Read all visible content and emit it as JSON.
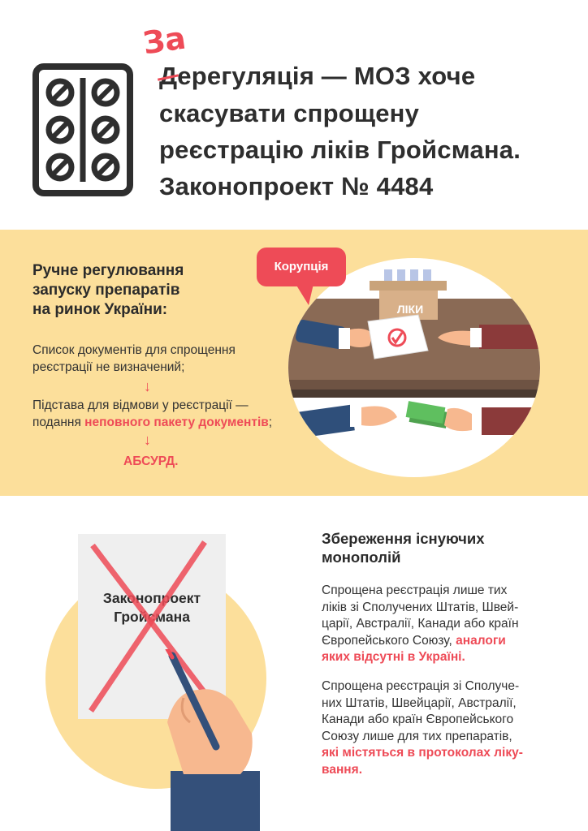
{
  "header": {
    "correction": "За",
    "struck_letter": "Д",
    "title_line1_rest": "ерегуляція — МОЗ хоче",
    "title_line2": "скасувати спрощену",
    "title_line3": "реєстрацію ліків Гройсмана.",
    "title_line4": "Законопроект № 4484",
    "icon": "pill-blister-icon"
  },
  "section1": {
    "heading_lines": [
      "Ручне регулювання",
      "запуску препаратів",
      "на ринок України:"
    ],
    "item1_lines": [
      "Список документів для спрощення",
      "реєстрації не визначений;"
    ],
    "item2_line1": "Підстава для відмови у реєстрації —",
    "item2_prefix": "подання ",
    "item2_highlight": "неповного пакету документів",
    "item2_suffix": ";",
    "result": "АБСУРД.",
    "arrow": "↓",
    "illustration": {
      "badge": "Корупція",
      "box_label": "ЛІКИ"
    }
  },
  "section2": {
    "heading_lines": [
      "Збереження існуючих",
      "монополій"
    ],
    "p1_lines": [
      "Спрощена реєстрація лише тих",
      "ліків зі Сполучених Штатів, Швей-",
      "царії, Австралії, Канади або країн",
      "Європейського Союзу,"
    ],
    "p1_highlight_a": "аналоги",
    "p1_highlight_b": "яких відсутні в Україні.",
    "p2_lines": [
      "Спрощена реєстрація зі Сполуче-",
      "них Штатів, Швейцарії, Австралії,",
      "Канади або країн Європейського",
      "Союзу лише для тих препаратів,"
    ],
    "p2_highlight_lines": [
      "які містяться  в протоколах ліку-",
      "вання."
    ],
    "paper_lines": [
      "Законопроект",
      "Гройсмана"
    ]
  },
  "colors": {
    "accent_red": "#ee4b57",
    "band_yellow": "#fcdf9b",
    "dark": "#2e2e2e"
  }
}
